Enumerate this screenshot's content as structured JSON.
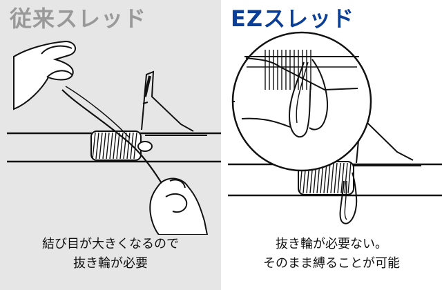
{
  "left_panel": {
    "title": "従来スレッド",
    "caption_lines": [
      "結び目が大きくなるので",
      "抜き輪が必要"
    ]
  },
  "right_panel": {
    "title": "EZスレッド",
    "caption_lines": [
      "抜き輪が必要ない。",
      "そのまま縛ることが可能"
    ]
  },
  "colors": {
    "left_background": "#e6e6e6",
    "left_title": "#999999",
    "right_title": "#0a3e97",
    "line_art": "#111111"
  }
}
